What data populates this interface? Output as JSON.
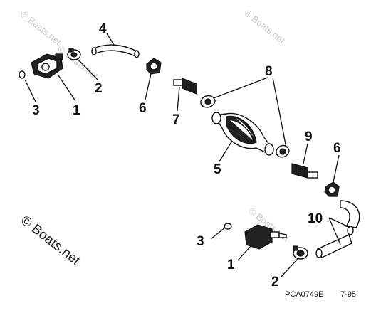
{
  "watermarks": {
    "top_left": "© Boats.net",
    "top_right": "© Boats.net",
    "center": "© Boats.net",
    "bottom_right": "© Boats.net"
  },
  "copyright_label": "© Boats.net",
  "callouts": [
    "4",
    "2",
    "3",
    "1",
    "6",
    "7",
    "8",
    "5",
    "9",
    "6",
    "10",
    "3",
    "1",
    "2"
  ],
  "footer": {
    "part_code": "PCA0749E",
    "revision": "7-95"
  }
}
